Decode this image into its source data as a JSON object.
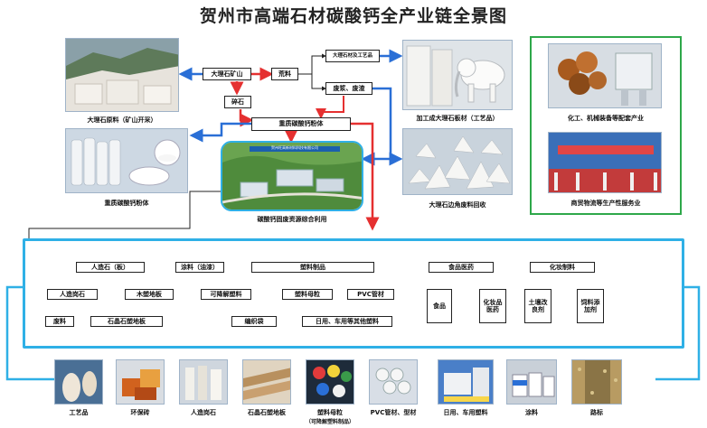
{
  "title": "贺州市高端石材碳酸钙全产业链全景图",
  "top_nodes": {
    "marble_mine": "大理石矿山",
    "waste_stone": "碎石",
    "blocks": "荒料",
    "crafts": "大理石材及工艺品",
    "scrap": "废浆、废渣",
    "heavy_calcium": "重质碳酸钙粉体"
  },
  "photo_captions": {
    "marble_raw": "大理石原料（矿山开采）",
    "marble_products": "加工成大理石板材（工艺品）",
    "calcium_powder": "重质碳酸钙粉体",
    "park": "碳酸钙固废资源综合利用",
    "scrap_recycle": "大理石边角废料回收",
    "chemical": "化工、机械装备等配套产业",
    "logistics": "商贸物流等生产性服务业"
  },
  "banner_text": "贺州旺高新材料科技有限公司",
  "categories": {
    "artificial_stone": "人造石（板）",
    "coating": "涂料（油漆）",
    "plastic": "塑料制品",
    "food_med": "食品医药",
    "chem_material": "化妆制料"
  },
  "sub_nodes": {
    "art_quartz": "人造岗石",
    "wood_plastic": "木塑地板",
    "composite": "石晶石塑地板",
    "waste_material": "废料",
    "pipe_film": "可降解塑料",
    "plastic_master": "塑料母粒",
    "pvc": "PVC管材",
    "wire": "编织袋",
    "daily_car": "日用、车用等其他塑料",
    "food": "食品",
    "cosmetics": "化妆品医药",
    "soil_fert": "土壤改良剂",
    "feed": "饲料添加剂"
  },
  "bottom_captions": {
    "crafts": "工艺品",
    "bricks": "环保砖",
    "art_stone": "人造岗石",
    "stone_floor": "石晶石塑地板",
    "master_batch": "塑料母粒",
    "master_batch_note": "（可降解塑料制品）",
    "pvc_pipe": "PVC管材、型材",
    "daily_car": "日用、车用塑料",
    "paint": "涂料",
    "road": "路标"
  },
  "colors": {
    "red": "#e53030",
    "blue": "#2a6fd6",
    "green": "#2ea84a",
    "cyan": "#2fb0e6"
  }
}
